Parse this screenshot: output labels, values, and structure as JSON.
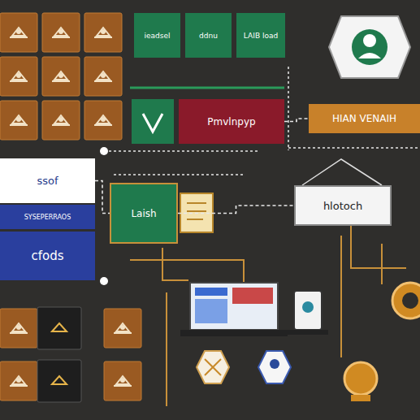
{
  "diagram": {
    "nodes": [
      {
        "text": [
          "ieadsel"
        ]
      },
      {
        "text": [
          "ddnu"
        ]
      },
      {
        "text": [
          "LAIB load"
        ]
      },
      {
        "text": [
          "Pmvlnpyp"
        ]
      },
      {
        "text": [
          "HIAN VENAIH"
        ]
      },
      {
        "text": [
          "ssof"
        ]
      },
      {
        "text": [
          "Laish"
        ]
      },
      {
        "text": [
          "hlotoch"
        ]
      },
      {
        "text": [
          "SYSEPERRAOS"
        ]
      },
      {
        "text": [
          "cfods"
        ]
      }
    ],
    "edges": [
      {
        "from": 5,
        "to": 6,
        "arrow": "none"
      },
      {
        "from": 3,
        "to": 4,
        "arrow": "none"
      },
      {
        "from": 6,
        "to": 7,
        "arrow": "none"
      }
    ]
  }
}
